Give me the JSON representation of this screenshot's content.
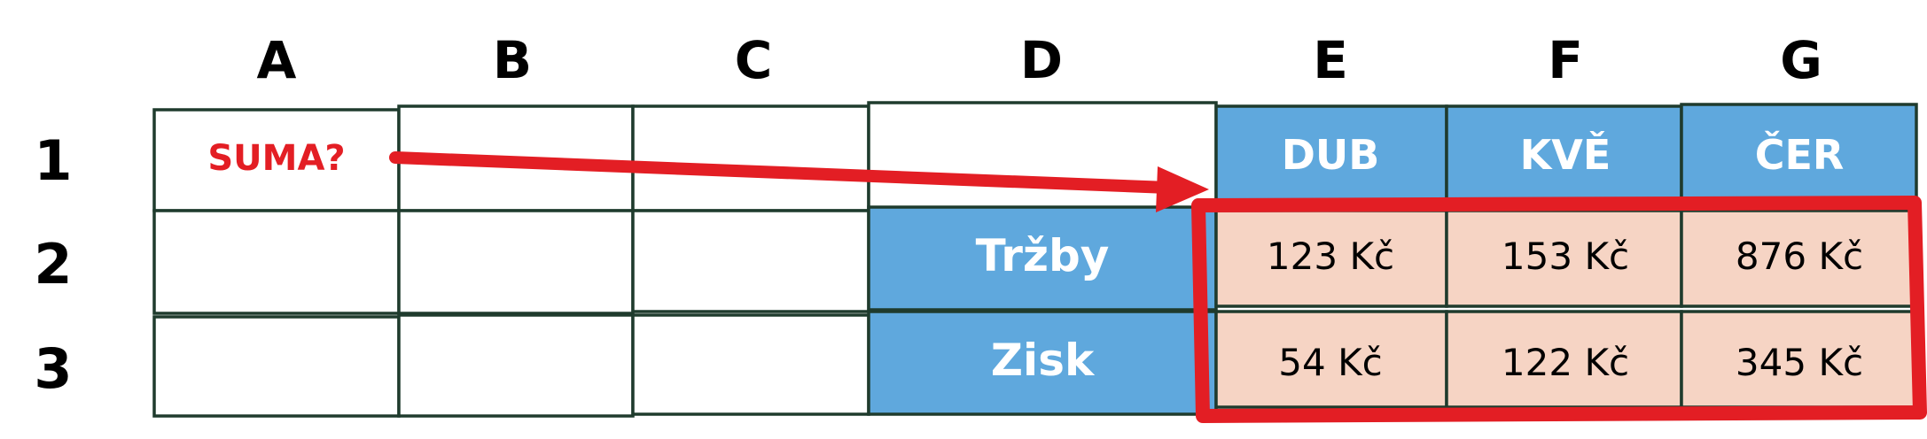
{
  "columns": [
    "A",
    "B",
    "C",
    "D",
    "E",
    "F",
    "G"
  ],
  "rows": [
    "1",
    "2",
    "3"
  ],
  "cells": {
    "A1": "SUMA?",
    "E1": "DUB",
    "F1": "KVĚ",
    "G1": "ČER",
    "D2": "Tržby",
    "D3": "Zisk",
    "E2": "123 Kč",
    "F2": "153 Kč",
    "G2": "876 Kč",
    "E3": "54 Kč",
    "F3": "122 Kč",
    "G3": "345 Kč"
  },
  "colors": {
    "header_fill": "#5fa8dd",
    "value_fill": "#f6d4c4",
    "highlight": "#e31e24",
    "grid_stroke": "#1f3b2d"
  }
}
